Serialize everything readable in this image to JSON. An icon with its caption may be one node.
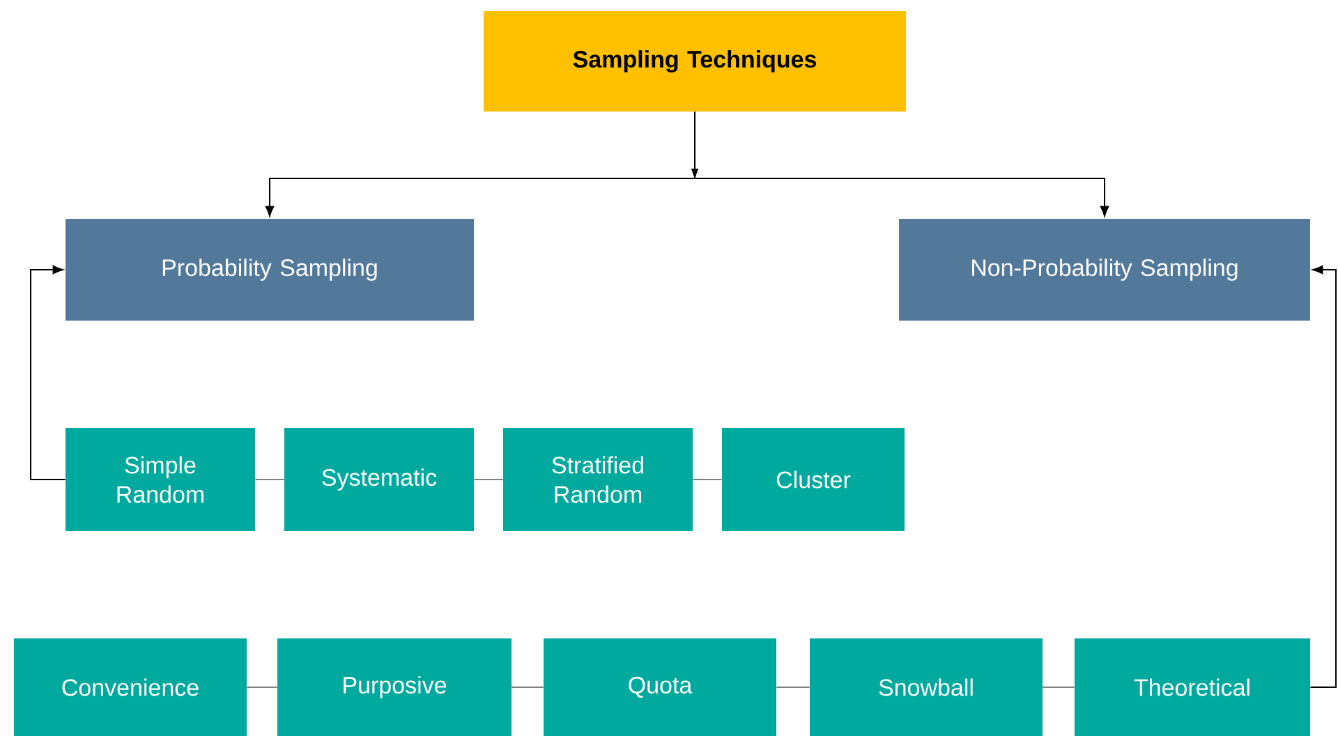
{
  "diagram": {
    "nodes": [
      {
        "text": [
          "Sampling Techniques"
        ]
      },
      {
        "text": [
          "Probability Sampling"
        ]
      },
      {
        "text": [
          "Non-Probability Sampling"
        ]
      },
      {
        "text": [
          "Simple Random"
        ]
      },
      {
        "text": [
          "Systematic"
        ]
      },
      {
        "text": [
          "Stratified Random"
        ]
      },
      {
        "text": [
          "Cluster"
        ]
      },
      {
        "text": [
          "Convenience"
        ]
      },
      {
        "text": [
          "Purposive"
        ]
      },
      {
        "text": [
          "Quota"
        ]
      },
      {
        "text": [
          "Snowball"
        ]
      },
      {
        "text": [
          "Theoretical"
        ]
      }
    ],
    "edges": [
      {
        "from": 0,
        "to": 1,
        "arrow": "to",
        "color": "#000000"
      },
      {
        "from": 0,
        "to": 2,
        "arrow": "to",
        "color": "#000000"
      },
      {
        "from": 3,
        "to": 1,
        "arrow": "to",
        "color": "#000000"
      },
      {
        "from": 3,
        "to": 4,
        "arrow": "none"
      },
      {
        "from": 4,
        "to": 5,
        "arrow": "none"
      },
      {
        "from": 5,
        "to": 6,
        "arrow": "none"
      },
      {
        "from": 11,
        "to": 2,
        "arrow": "to",
        "color": "#000000"
      },
      {
        "from": 7,
        "to": 8,
        "arrow": "none"
      },
      {
        "from": 8,
        "to": 9,
        "arrow": "none"
      },
      {
        "from": 9,
        "to": 10,
        "arrow": "none"
      },
      {
        "from": 10,
        "to": 11,
        "arrow": "none"
      }
    ]
  }
}
